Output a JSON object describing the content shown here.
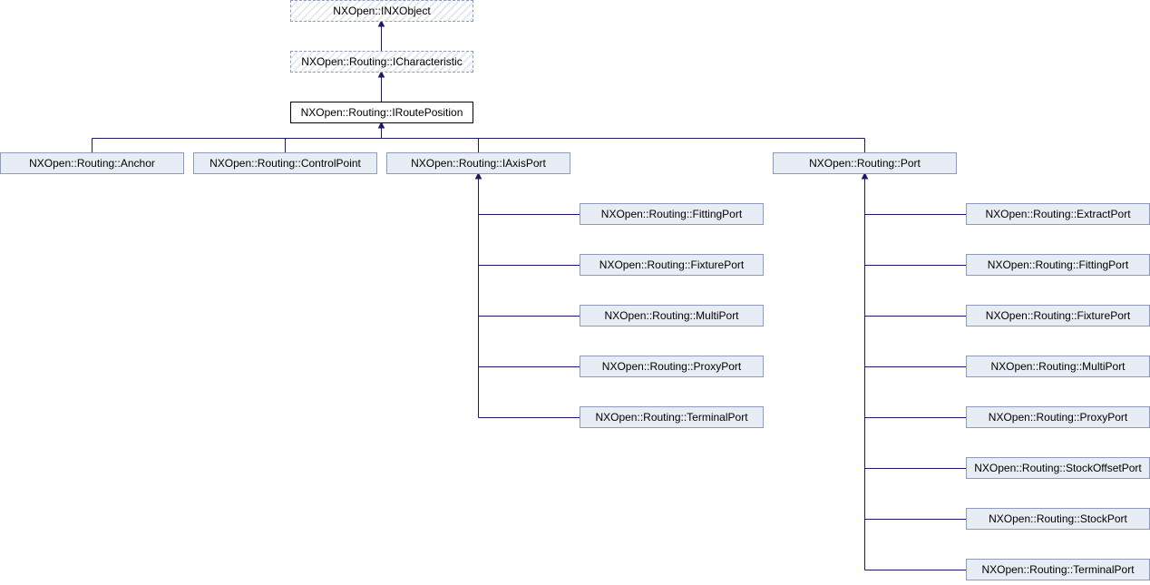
{
  "diagram": {
    "nodes": {
      "inxobject": "NXOpen::INXObject",
      "icharacteristic": "NXOpen::Routing::ICharacteristic",
      "irouteposition": "NXOpen::Routing::IRoutePosition",
      "anchor": "NXOpen::Routing::Anchor",
      "controlpoint": "NXOpen::Routing::ControlPoint",
      "iaxisport": "NXOpen::Routing::IAxisPort",
      "port": "NXOpen::Routing::Port",
      "iaxis_fittingport": "NXOpen::Routing::FittingPort",
      "iaxis_fixtureport": "NXOpen::Routing::FixturePort",
      "iaxis_multiport": "NXOpen::Routing::MultiPort",
      "iaxis_proxyport": "NXOpen::Routing::ProxyPort",
      "iaxis_terminalport": "NXOpen::Routing::TerminalPort",
      "port_extractport": "NXOpen::Routing::ExtractPort",
      "port_fittingport": "NXOpen::Routing::FittingPort",
      "port_fixtureport": "NXOpen::Routing::FixturePort",
      "port_multiport": "NXOpen::Routing::MultiPort",
      "port_proxyport": "NXOpen::Routing::ProxyPort",
      "port_stockoffsetport": "NXOpen::Routing::StockOffsetPort",
      "port_stockport": "NXOpen::Routing::StockPort",
      "port_terminalport": "NXOpen::Routing::TerminalPort"
    },
    "colors": {
      "edge": "#191970",
      "node_fill": "#e8edf5",
      "node_border": "#8b9bc3"
    }
  }
}
